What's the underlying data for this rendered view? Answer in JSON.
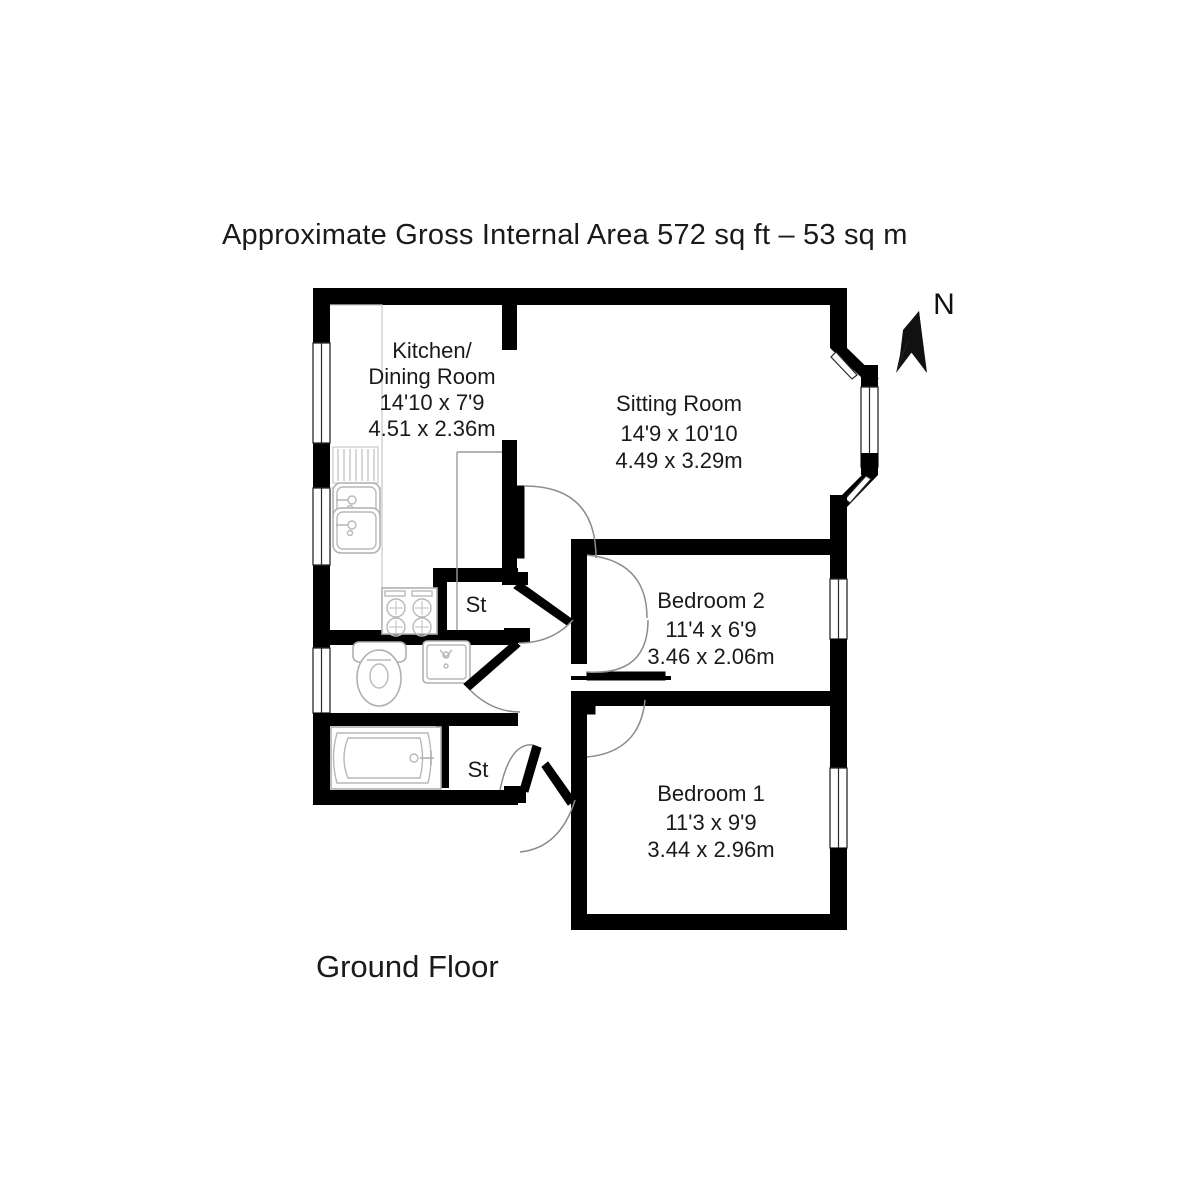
{
  "document": {
    "title": "Approximate Gross Internal Area 572 sq ft – 53 sq m",
    "floor_label": "Ground Floor",
    "area_sq_ft": "572 sq ft",
    "area_sq_m": "53 sq m"
  },
  "compass": {
    "label": "N",
    "icon": "north-arrow-icon"
  },
  "rooms": [
    {
      "id": "kitchen-dining-room",
      "name_line1": "Kitchen/",
      "name_line2": "Dining Room",
      "dim_imperial": "14'10 x 7'9",
      "dim_metric": "4.51 x 2.36m"
    },
    {
      "id": "sitting-room",
      "name_line1": "Sitting Room",
      "name_line2": "",
      "dim_imperial": "14'9 x 10'10",
      "dim_metric": "4.49 x 3.29m"
    },
    {
      "id": "bedroom-2",
      "name_line1": "Bedroom 2",
      "name_line2": "",
      "dim_imperial": "11'4 x 6'9",
      "dim_metric": "3.46 x 2.06m"
    },
    {
      "id": "bedroom-1",
      "name_line1": "Bedroom 1",
      "name_line2": "",
      "dim_imperial": "11'3 x 9'9",
      "dim_metric": "3.44 x 2.96m"
    }
  ],
  "storage": [
    {
      "id": "storage-upper",
      "label": "St"
    },
    {
      "id": "storage-lower",
      "label": "St"
    }
  ],
  "fixtures": [
    {
      "id": "kitchen-sink-upper",
      "name": "sink-icon"
    },
    {
      "id": "kitchen-sink-lower",
      "name": "sink-icon"
    },
    {
      "id": "kitchen-drainer",
      "name": "drainer-icon"
    },
    {
      "id": "kitchen-hob",
      "name": "hob-icon"
    },
    {
      "id": "bathroom-toilet",
      "name": "toilet-icon"
    },
    {
      "id": "bathroom-basin",
      "name": "wash-basin-icon"
    },
    {
      "id": "bathroom-bath",
      "name": "bathtub-icon"
    }
  ],
  "colors": {
    "wall": "#000000",
    "background": "#ffffff",
    "text": "#1a1a1a",
    "fixture_outline": "#b0b0b0",
    "door_arc": "#8c8c8c"
  }
}
